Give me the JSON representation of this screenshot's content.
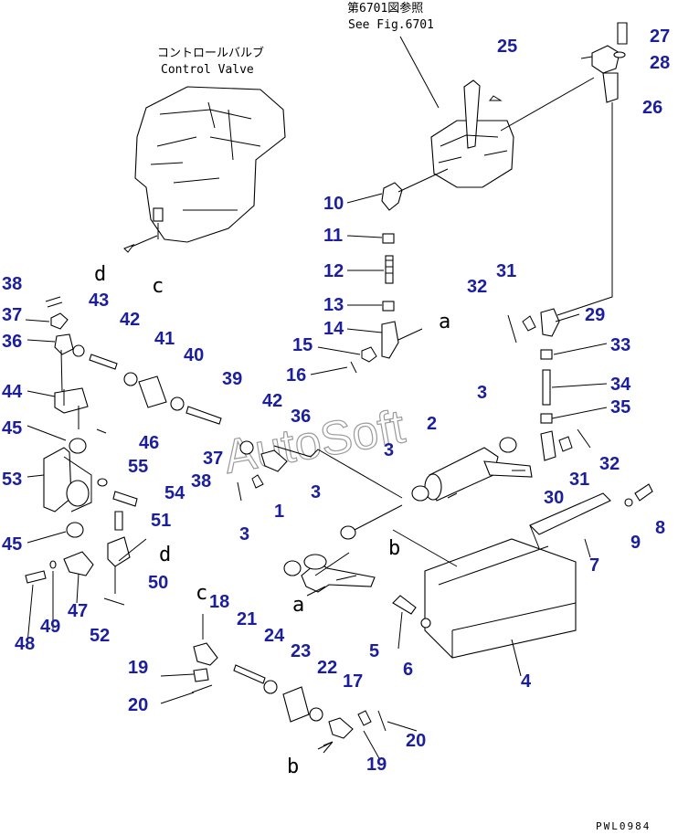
{
  "captions": {
    "ref_jp": "第6701図参照",
    "ref_en": "See Fig.6701",
    "valve_jp": "コントロールバルブ",
    "valve_en": "Control Valve"
  },
  "watermark": "AutoSoft",
  "drawing_code": "PWL0984",
  "callouts": [
    "25",
    "27",
    "28",
    "26",
    "10",
    "11",
    "12",
    "13",
    "14",
    "15",
    "16",
    "29",
    "32",
    "31",
    "33",
    "34",
    "35",
    "31",
    "32",
    "30",
    "8",
    "9",
    "7",
    "3",
    "2",
    "3",
    "3",
    "3",
    "1",
    "5",
    "6",
    "4",
    "38",
    "43",
    "37",
    "42",
    "41",
    "36",
    "40",
    "39",
    "44",
    "46",
    "45",
    "55",
    "53",
    "54",
    "42",
    "36",
    "37",
    "38",
    "51",
    "45",
    "50",
    "48",
    "49",
    "47",
    "52",
    "18",
    "19",
    "21",
    "24",
    "23",
    "22",
    "17",
    "20",
    "20",
    "19"
  ],
  "letters": [
    "d",
    "c",
    "a",
    "b",
    "a",
    "d",
    "c",
    "b"
  ]
}
